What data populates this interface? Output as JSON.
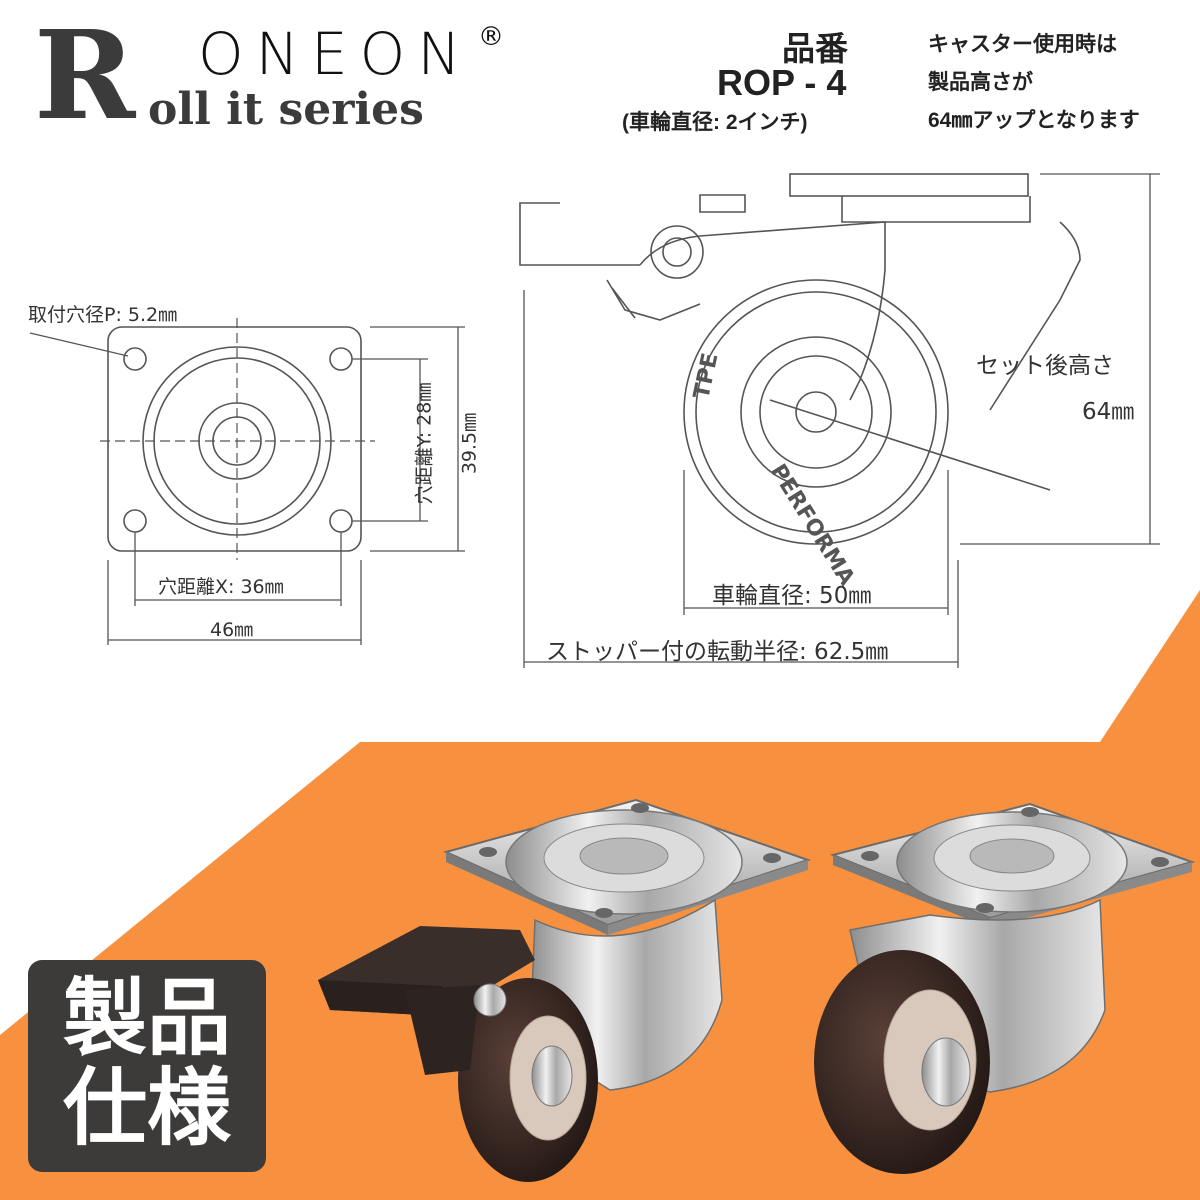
{
  "brand": {
    "logo_text": "ONEON",
    "registered_mark": "®",
    "series_initial": "R",
    "series_rest": "oll it series"
  },
  "product": {
    "part_label": "品番",
    "part_code": "ROP - 4",
    "wheel_note": "(車輪直径: 2インチ)"
  },
  "height_note": {
    "line1": "キャスター使用時は",
    "line2": "製品高さが",
    "line3": "64㎜アップとなります"
  },
  "top_plate_view": {
    "mount_hole": "取付穴径P: 5.2㎜",
    "hole_spacing_y": "穴距離Y: 28㎜",
    "plate_height": "39.5㎜",
    "hole_spacing_x": "穴距離X: 36㎜",
    "plate_width": "46㎜"
  },
  "side_view": {
    "set_height_label": "セット後高さ",
    "set_height_value": "64㎜",
    "wheel_diameter": "車輪直径: 50㎜",
    "swivel_radius": "ストッパー付の転動半径: 62.5㎜",
    "tire_text": "PERFORMA",
    "tire_text2": "TPE"
  },
  "badge": {
    "line1": "製品",
    "line2": "仕様"
  },
  "colors": {
    "accent_orange": "#f7913f",
    "badge_dark": "#3d3b3a",
    "wheel_brown": "#3a2a24",
    "chrome": "#c9c9c9"
  }
}
